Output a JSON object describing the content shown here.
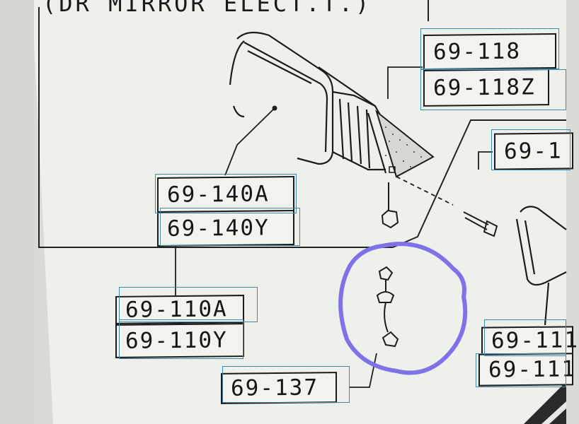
{
  "title": "(DR MIRROR ELECT.T.)",
  "part_labels": {
    "mirror_118": "69-118",
    "mirror_118z": "69-118Z",
    "right_top": "69-1",
    "glass_140a": "69-140A",
    "glass_140y": "69-140Y",
    "assy_110a": "69-110A",
    "assy_110y": "69-110Y",
    "harness_137": "69-137",
    "right_111a": "69-111",
    "right_111b": "69-111"
  },
  "colors": {
    "paper": "#f2f3ef",
    "ink": "#161616",
    "highlight_box": "#3f8aa6",
    "circle_annotation": "#7f72e8",
    "screen_bg": "#d9dcd6"
  },
  "icons": [
    "door-mirror-housing-drawing",
    "mirror-glass-drawing",
    "screw-drawing",
    "nut-drawing",
    "wire-harness-connector-drawing",
    "triangle-cover-drawing"
  ]
}
